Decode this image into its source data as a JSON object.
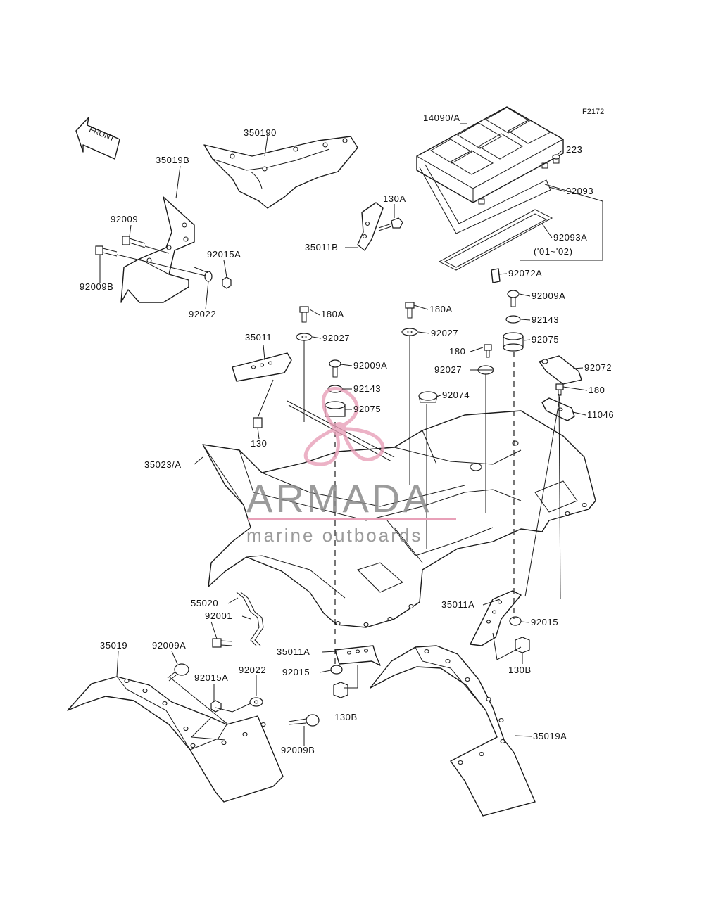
{
  "figure_code": "F2172",
  "front_indicator": "FRONT",
  "watermark": {
    "name": "ARMADA",
    "tagline": "marine outboards",
    "color_text": "#808080",
    "color_logo": "#e8a0b8",
    "color_rule": "#e8a0b8"
  },
  "labels": [
    "14090/A",
    "223",
    "92093",
    "92093A",
    "('01~'02)",
    "92072A",
    "350190",
    "35019B",
    "92009",
    "92009B",
    "92015A",
    "92022",
    "130A",
    "35011B",
    "180A",
    "92027",
    "180A",
    "92027",
    "92009A",
    "92143",
    "92075",
    "180",
    "92027",
    "92072",
    "180",
    "11046",
    "35011",
    "92009A",
    "92143",
    "92075",
    "92074",
    "130",
    "35023/A",
    "55020",
    "92001",
    "35011A",
    "92015",
    "130B",
    "35019",
    "92009A",
    "92015A",
    "92022",
    "35011A",
    "92015",
    "130B",
    "92009B",
    "35019A"
  ]
}
